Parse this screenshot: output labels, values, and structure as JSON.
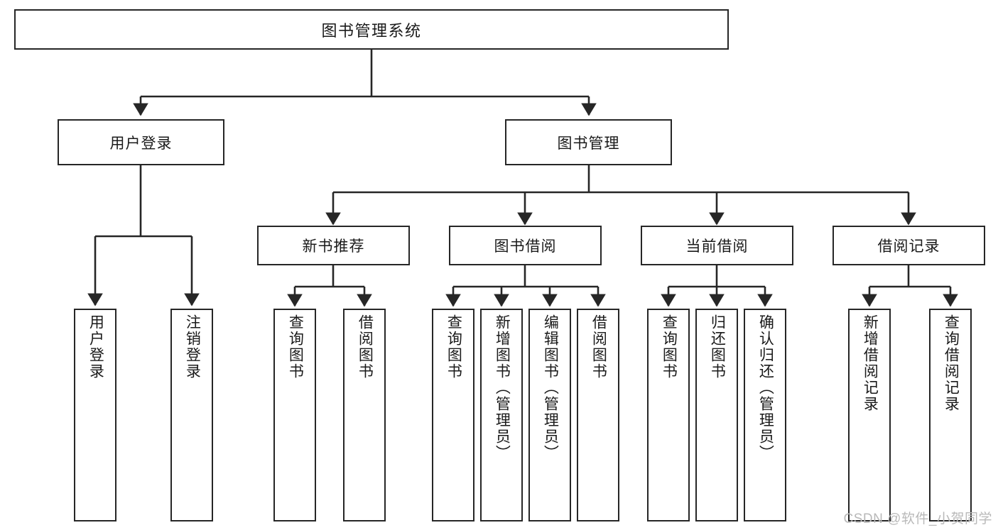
{
  "diagram": {
    "type": "tree",
    "title": "图书管理系统",
    "orientation": "top-down",
    "colors": {
      "box_border": "#262626",
      "box_fill": "#ffffff",
      "edge": "#262626",
      "text": "#1a1a1a",
      "watermark": "#b9b9b9",
      "canvas": "#ffffff"
    }
  },
  "root": {
    "label": "图书管理系统"
  },
  "level2": [
    {
      "label": "用户登录"
    },
    {
      "label": "图书管理"
    }
  ],
  "level3": [
    {
      "label": "新书推荐"
    },
    {
      "label": "图书借阅"
    },
    {
      "label": "当前借阅"
    },
    {
      "label": "借阅记录"
    }
  ],
  "leaves": {
    "user_login": [
      {
        "label": "用户登录"
      },
      {
        "label": "注销登录"
      }
    ],
    "new_book_recommend": [
      {
        "label": "查询图书"
      },
      {
        "label": "借阅图书"
      }
    ],
    "book_borrow": [
      {
        "label": "查询图书"
      },
      {
        "label": "新增图书（管理员）"
      },
      {
        "label": "编辑图书（管理员）"
      },
      {
        "label": "借阅图书"
      }
    ],
    "current_borrow": [
      {
        "label": "查询图书"
      },
      {
        "label": "归还图书"
      },
      {
        "label": "确认归还（管理员）"
      }
    ],
    "borrow_record": [
      {
        "label": "新增借阅记录"
      },
      {
        "label": "查询借阅记录"
      }
    ]
  },
  "watermark": {
    "text": "CSDN @软件_小贺同学"
  }
}
